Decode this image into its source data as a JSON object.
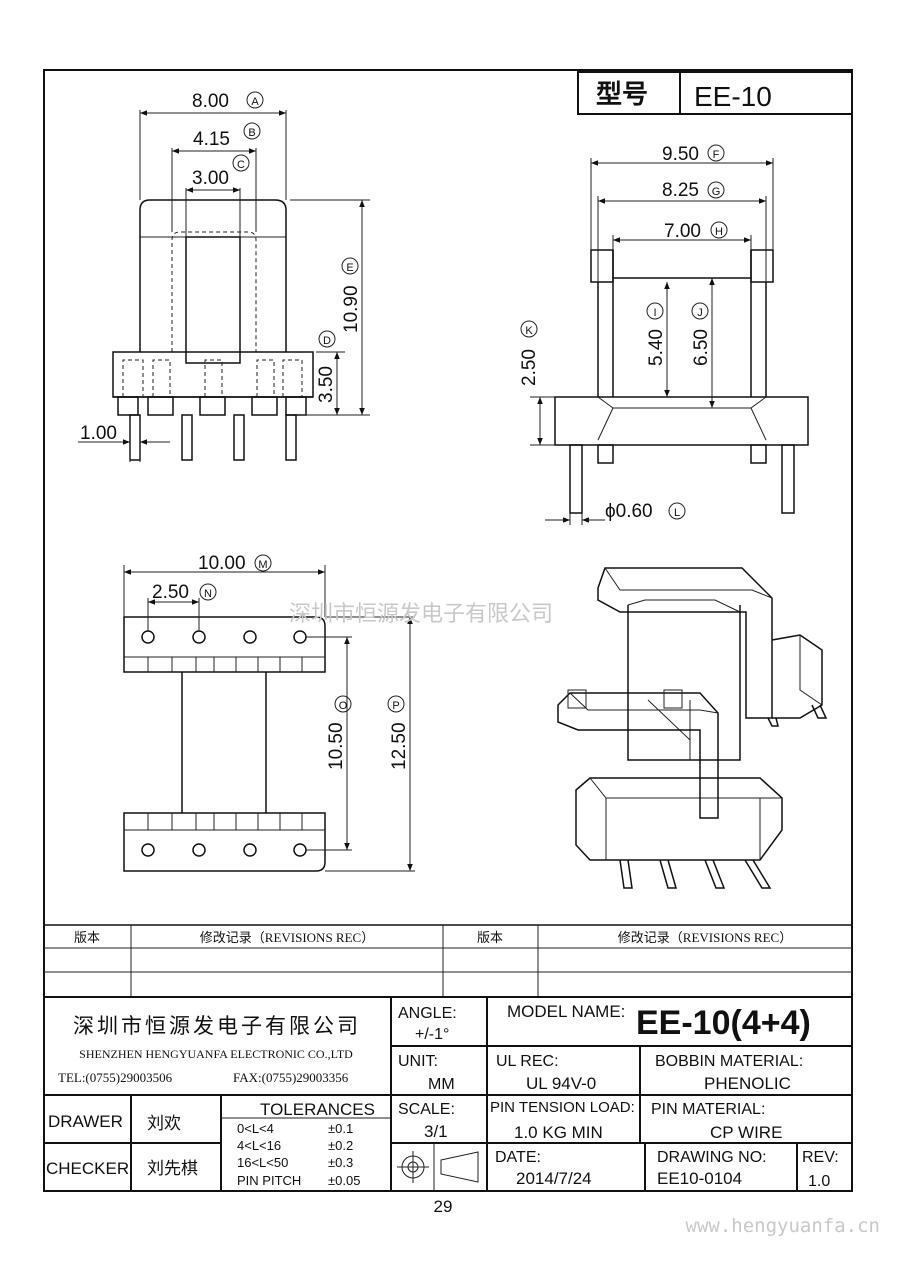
{
  "header": {
    "type_label": "型号",
    "type_value": "EE-10"
  },
  "front_view": {
    "dim_a": "8.00",
    "mark_a": "A",
    "dim_b": "4.15",
    "mark_b": "B",
    "dim_c": "3.00",
    "mark_c": "C",
    "mark_d": "D",
    "dim_e": "10.90",
    "mark_e": "E",
    "dim_d": "3.50",
    "dim_pin": "1.00"
  },
  "side_view": {
    "dim_f": "9.50",
    "mark_f": "F",
    "dim_g": "8.25",
    "mark_g": "G",
    "dim_h": "7.00",
    "mark_h": "H",
    "dim_i": "5.40",
    "mark_i": "I",
    "dim_j": "6.50",
    "mark_j": "J",
    "dim_k": "2.50",
    "mark_k": "K",
    "dim_l": "ϕ0.60",
    "mark_l": "L"
  },
  "bottom_view": {
    "dim_m": "10.00",
    "mark_m": "M",
    "dim_n": "2.50",
    "mark_n": "N",
    "dim_o": "10.50",
    "mark_o": "O",
    "dim_p": "12.50",
    "mark_p": "P"
  },
  "watermark": "深圳市恒源发电子有限公司",
  "revisions": {
    "col1": "版本",
    "col2": "修改记录（REVISIONS REC）",
    "col3": "版本",
    "col4": "修改记录（REVISIONS REC）"
  },
  "company": {
    "name_cn": "深圳市恒源发电子有限公司",
    "name_en": "SHENZHEN HENGYUANFA ELECTRONIC CO.,LTD",
    "tel": "TEL:(0755)29003506",
    "fax": "FAX:(0755)29003356"
  },
  "title_block": {
    "angle_label": "ANGLE:",
    "angle_value": "+/-1°",
    "model_label": "MODEL NAME:",
    "model_value": "EE-10(4+4)",
    "unit_label": "UNIT:",
    "unit_value": "MM",
    "ulrec_label": "UL REC:",
    "ulrec_value": "UL 94V-0",
    "bobbin_label": "BOBBIN MATERIAL:",
    "bobbin_value": "PHENOLIC",
    "drawer_label": "DRAWER",
    "drawer_value": "刘欢",
    "tolerances_label": "TOLERANCES",
    "tolerances": [
      {
        "range": "0<L<4",
        "tol": "±0.1"
      },
      {
        "range": "4<L<16",
        "tol": "±0.2"
      },
      {
        "range": "16<L<50",
        "tol": "±0.3"
      },
      {
        "range": "PIN PITCH",
        "tol": "±0.05"
      }
    ],
    "scale_label": "SCALE:",
    "scale_value": "3/1",
    "pin_tension_label": "PIN TENSION LOAD:",
    "pin_tension_value": "1.0 KG MIN",
    "pin_material_label": "PIN MATERIAL:",
    "pin_material_value": "CP WIRE",
    "checker_label": "CHECKER",
    "checker_value": "刘先棋",
    "date_label": "DATE:",
    "date_value": "2014/7/24",
    "drawing_no_label": "DRAWING NO:",
    "drawing_no_value": "EE10-0104",
    "rev_label": "REV:",
    "rev_value": "1.0"
  },
  "page_number": "29",
  "website": "www.hengyuanfa.cn"
}
